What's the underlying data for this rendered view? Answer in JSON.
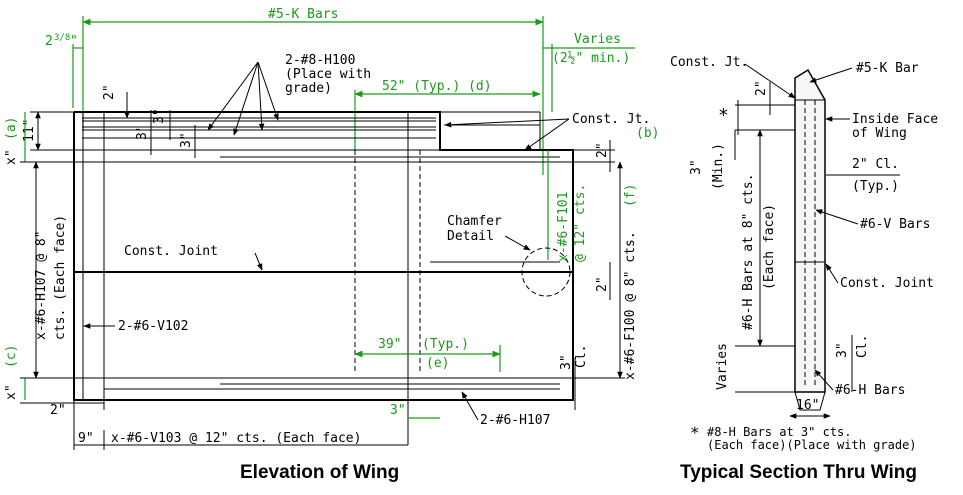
{
  "elevation": {
    "caption": "Elevation of Wing",
    "k_bars": "#5-K Bars",
    "dim_left_whole": "2",
    "dim_left_frac": "3/8",
    "dim_left_unit": "\"",
    "varies": "Varies",
    "varies_min": "(2½\" min.)",
    "h100_line1": "2-#8-H100",
    "h100_line2": "(Place with",
    "h100_line3": "grade)",
    "typ52": "52\" (Typ.) (d)",
    "const_jt": "Const. Jt.",
    "const_jt_b": "(b)",
    "dim_2in_top": "2\"",
    "dim_3in_a": "3\"",
    "dim_3in_b": "3\"",
    "dim_3in_c": "3\"",
    "dim_11in": "11\"",
    "dim_x_a_pre": "x\"",
    "dim_x_a": "(a)",
    "h107_label": "x-#6-H107 @ 8\"",
    "h107_sub": "cts. (Each face)",
    "const_joint": "Const. Joint",
    "v102": "2-#6-V102",
    "dim_x_c_pre": "x\"",
    "dim_x_c": "(c)",
    "dim_2in_right_top": "2\"",
    "f101_label": "x-#6-F101",
    "f101_sub": "@ 12\" cts.",
    "chamfer1": "Chamfer",
    "chamfer2": "Detail",
    "dim_2in_right_mid": "2\"",
    "f100_label": "x-#6-F100 @ 8\" cts.",
    "f100_f": "(f)",
    "typ39": "39\"",
    "typ39b": "(Typ.)",
    "typ39_e": "(e)",
    "dim_3in_cl": "3\"",
    "cl": "Cl.",
    "dim_2in_bottom": "2\"",
    "dim_3in_bottom": "3\"",
    "h107_bottom": "2-#6-H107",
    "dim_9in": "9\"",
    "v103": "x-#6-V103 @ 12\" cts. (Each face)"
  },
  "section": {
    "caption": "Typical Section Thru Wing",
    "const_jt": "Const. Jt.",
    "k_bar": "#5-K Bar",
    "dim_2in": "2\"",
    "star": "*",
    "inside_face1": "Inside Face",
    "inside_face2": "of Wing",
    "min3": "3\"",
    "min3_sub": "(Min.)",
    "cl2": "2\" Cl.",
    "typ": "(Typ.)",
    "h_bars_label": "#6-H Bars at 8\" cts.",
    "h_bars_sub": "(Each face)",
    "v_bars": "#6-V Bars",
    "const_joint": "Const. Joint",
    "varies": "Varies",
    "cl3": "3\"",
    "cl3_sub": "Cl.",
    "h_bars": "#6-H Bars",
    "dim_16in": "16\"",
    "note_star": "*",
    "note1": "#8-H Bars at 3\" cts.",
    "note2": "(Each face)(Place with grade)"
  }
}
